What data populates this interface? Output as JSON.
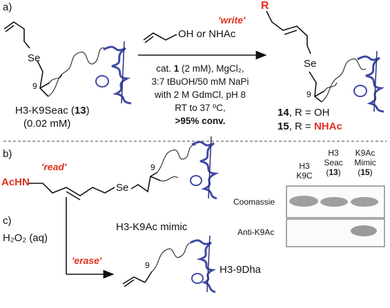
{
  "panel_labels": {
    "a": "a)",
    "b": "b)",
    "c": "c)"
  },
  "panel_a": {
    "reagent_top_prefix": "OH or ",
    "reagent_top_nhac": "NHAc",
    "write_label": "'write'",
    "conditions": [
      "cat. 1 (2 mM), MgCl₂,",
      "3:7 tBuOH/50 mM NaPi",
      "with 2 M GdmCl, pH 8",
      "RT to 37 ºC,"
    ],
    "conversion": ">95% conv.",
    "start_name": "H3-K9Seac (",
    "start_num": "13",
    "start_close": ")",
    "start_conc": "(0.02 mM)",
    "product_r": "R",
    "product_14_num": "14",
    "product_14_text": ", R = OH",
    "product_15_num": "15",
    "product_15_text": ", R = ",
    "product_15_group": "NHAc",
    "se_label": "Se",
    "residue_9": "9"
  },
  "panel_b": {
    "read_label": "'read'",
    "achn": "AcHN",
    "se_label": "Se",
    "residue_9": "9",
    "mimic_name": "H3-K9Ac mimic"
  },
  "panel_c": {
    "reagent": "H₂O₂ (aq)",
    "erase_label": "'erase'",
    "residue_9": "9",
    "product_name": "H3-9Dha"
  },
  "blot": {
    "lanes": [
      {
        "line1": "H3",
        "line2": "K9C",
        "num": ""
      },
      {
        "line1": "H3",
        "line2": "Seac",
        "num": "13"
      },
      {
        "line1": "K9Ac",
        "line2": "Mimic",
        "num": "15"
      }
    ],
    "rows": [
      "Coomassie",
      "Anti-K9Ac"
    ]
  },
  "colors": {
    "accent_red": "#e0301e",
    "helix_blue": "#3f4aa6"
  }
}
